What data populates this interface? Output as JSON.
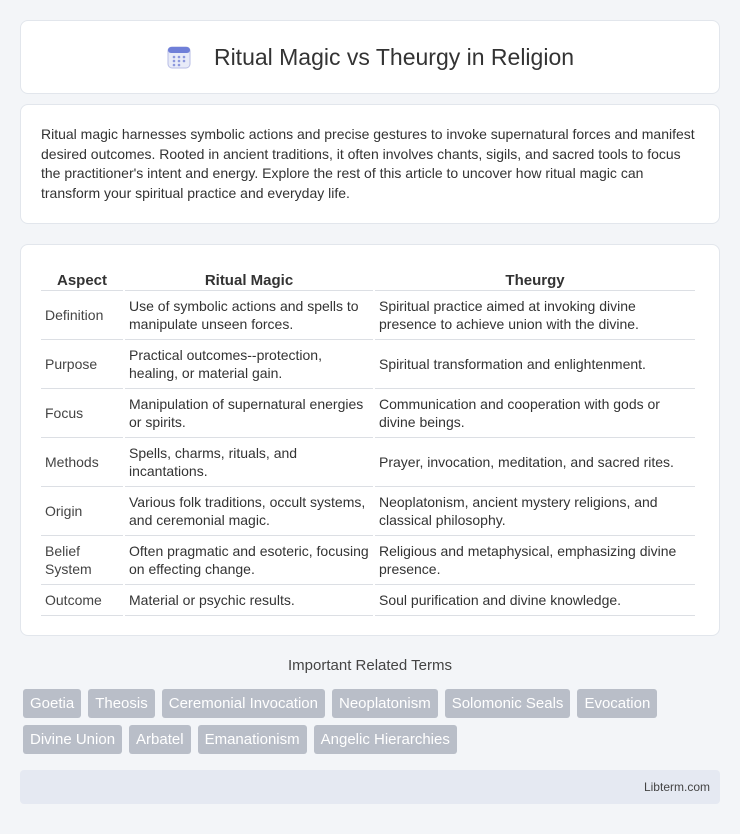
{
  "header": {
    "title": "Ritual Magic vs Theurgy in Religion",
    "icon": "calendar-icon"
  },
  "intro": {
    "text": "Ritual magic harnesses symbolic actions and precise gestures to invoke supernatural forces and manifest desired outcomes. Rooted in ancient traditions, it often involves chants, sigils, and sacred tools to focus the practitioner's intent and energy. Explore the rest of this article to uncover how ritual magic can transform your spiritual practice and everyday life."
  },
  "table": {
    "headers": [
      "Aspect",
      "Ritual Magic",
      "Theurgy"
    ],
    "rows": [
      [
        "Definition",
        "Use of symbolic actions and spells to manipulate unseen forces.",
        "Spiritual practice aimed at invoking divine presence to achieve union with the divine."
      ],
      [
        "Purpose",
        "Practical outcomes--protection, healing, or material gain.",
        "Spiritual transformation and enlightenment."
      ],
      [
        "Focus",
        "Manipulation of supernatural energies or spirits.",
        "Communication and cooperation with gods or divine beings."
      ],
      [
        "Methods",
        "Spells, charms, rituals, and incantations.",
        "Prayer, invocation, meditation, and sacred rites."
      ],
      [
        "Origin",
        "Various folk traditions, occult systems, and ceremonial magic.",
        "Neoplatonism, ancient mystery religions, and classical philosophy."
      ],
      [
        "Belief System",
        "Often pragmatic and esoteric, focusing on effecting change.",
        "Religious and metaphysical, emphasizing divine presence."
      ],
      [
        "Outcome",
        "Material or psychic results.",
        "Soul purification and divine knowledge."
      ]
    ]
  },
  "terms": {
    "title": "Important Related Terms",
    "items": [
      "Goetia",
      "Theosis",
      "Ceremonial Invocation",
      "Neoplatonism",
      "Solomonic Seals",
      "Evocation",
      "Divine Union",
      "Arbatel",
      "Emanationism",
      "Angelic Hierarchies"
    ]
  },
  "footer": {
    "brand": "Libterm.com"
  }
}
